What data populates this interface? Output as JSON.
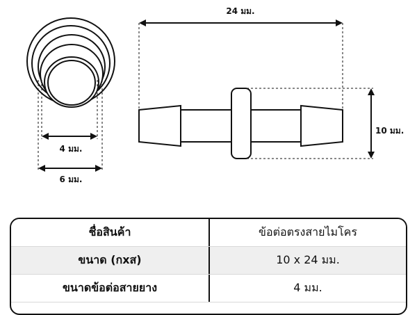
{
  "dimensions": {
    "length_label": "24 มม.",
    "height_label": "10 มม.",
    "inner_label": "4 มม.",
    "outer_label": "6 มม."
  },
  "spec_table": {
    "rows": [
      {
        "label": "ชื่อสินค้า",
        "value": "ข้อต่อตรงสายไมโคร"
      },
      {
        "label": "ขนาด (กxส)",
        "value": "10 x 24 มม."
      },
      {
        "label": "ขนาดข้อต่อสายยาง",
        "value": "4 มม."
      }
    ]
  }
}
